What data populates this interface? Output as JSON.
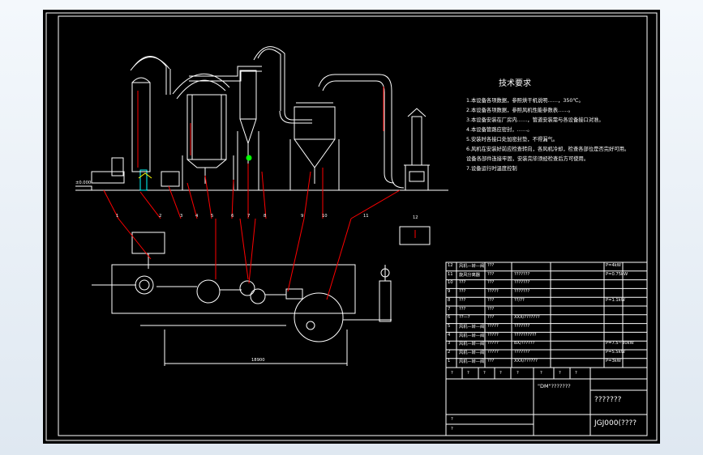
{
  "tech_requirements": {
    "title": "技术要求",
    "items": [
      "1.本设备各项数据，参照烘干机说明……，350℃。",
      "2.本设备各项数据，参照风机性能参数表……。",
      "3.本设备安装在厂房内……，管道安装需与各设备接口对准。",
      "4.本设备管路应密封，……。",
      "5.安装时各接口处加密封垫，不得漏气。",
      "6.风机在安装好前应检查转向，各风机冷却，检查各部位是否完好可用。",
      "   设备各部件连接牢固，安装完毕须经检查后方可使用。",
      "7.设备运行时温度控制"
    ]
  },
  "parts_list": [
    {
      "no": "12",
      "name": "风机—转—阀",
      "qty": "???",
      "spec": "",
      "note": "P=4kW"
    },
    {
      "no": "11",
      "name": "旋风分离器",
      "qty": "???",
      "spec": "???????",
      "note": "P=0.75kW"
    },
    {
      "no": "10",
      "name": "???",
      "qty": "???",
      "spec": "???????",
      "note": ""
    },
    {
      "no": "9",
      "name": "???",
      "qty": "?????",
      "spec": "???????",
      "note": ""
    },
    {
      "no": "8",
      "name": "???",
      "qty": "???",
      "spec": "??/??",
      "note": "P=1.1kW"
    },
    {
      "no": "7",
      "name": "???",
      "qty": "???",
      "spec": "",
      "note": ""
    },
    {
      "no": "6",
      "name": "??—?",
      "qty": "???",
      "spec": "XXX/???????",
      "note": ""
    },
    {
      "no": "5",
      "name": "风机—转—阀",
      "qty": "?????",
      "spec": "???????",
      "note": ""
    },
    {
      "no": "4",
      "name": "风机—转—阀",
      "qty": "?????",
      "spec": "??????????",
      "note": ""
    },
    {
      "no": "3",
      "name": "风机—转—阀",
      "qty": "?????",
      "spec": "BX/??????",
      "note": "P=7.5~30kW"
    },
    {
      "no": "2",
      "name": "风机—转—阀",
      "qty": "?????",
      "spec": "???????",
      "note": "P=5.5kW"
    },
    {
      "no": "1",
      "name": "风机—转—阀",
      "qty": "???",
      "spec": "XXX/??????",
      "note": "P=3kW"
    }
  ],
  "title_block": {
    "drawing_title": "\"DM\"???????",
    "company": "???????",
    "drawing_no": "JGJ000(????",
    "header_cells": [
      "?",
      "?",
      "?",
      "?",
      "?",
      "?",
      "?",
      "?"
    ],
    "small": "?"
  },
  "callout_numbers": [
    "1",
    "2",
    "3",
    "4",
    "5",
    "6",
    "7",
    "8",
    "9",
    "10",
    "11",
    "12"
  ],
  "dims": {
    "elevation_left": "±0.000",
    "plan_bottom_total": "18900"
  }
}
